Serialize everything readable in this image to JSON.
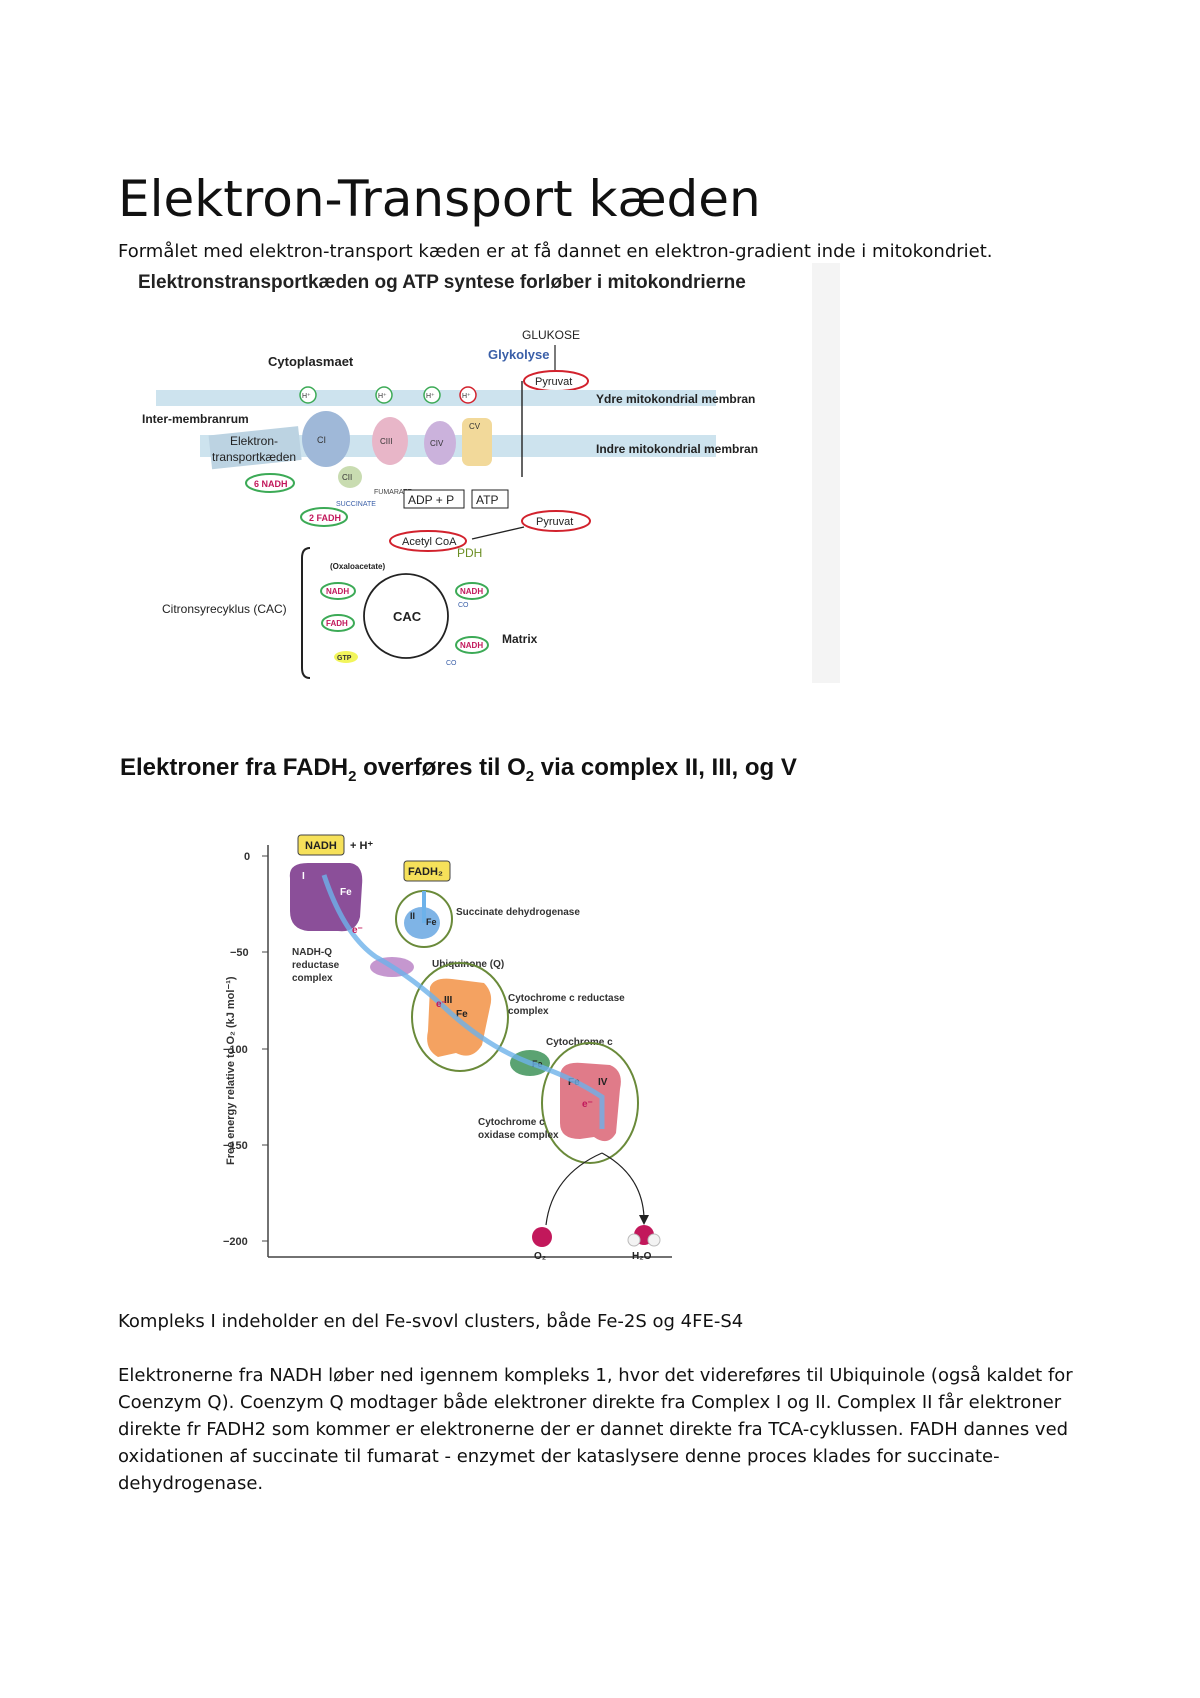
{
  "title": "Elektron-Transport kæden",
  "intro": "Formålet med elektron-transport kæden er at få dannet en elektron-gradient inde i mitokondriet.",
  "figure1": {
    "heading": "Elektronstransportkæden og ATP syntese forløber i mitokondrierne",
    "glukose": "GLUKOSE",
    "glykolyse": "Glykolyse",
    "cytoplasma": "Cytoplasmaet",
    "pyruvat": "Pyruvat",
    "pyruvat2": "Pyruvat",
    "outer_membrane": "Ydre mitokondrial membran",
    "inner_membrane": "Indre mitokondrial membran",
    "intermembrane": "Inter-membranrum",
    "etc_line1": "Elektron-",
    "etc_line2": "transportkæden",
    "nadh6": "6 NADH",
    "fadh2_2": "2 FADH",
    "succinate": "SUCCINATE",
    "fumarate": "FUMARATE",
    "adp": "ADP + P",
    "atp": "ATP",
    "acetyl": "Acetyl CoA",
    "pdh": "PDH",
    "cac_label": "Citronsyrecyklus (CAC)",
    "oxaloacetate": "(Oxaloacetate)",
    "cac": "CAC",
    "matrix": "Matrix",
    "nadh": "NADH",
    "fadh": "FADH",
    "gtp": "GTP",
    "co2": "CO",
    "complexes": [
      "CI",
      "CII",
      "CIII",
      "CIV",
      "CV"
    ],
    "hplus": "H⁺"
  },
  "figure2": {
    "heading": "Elektroner fra FADH",
    "heading_sub": "2",
    "heading_rest": " overføres til O",
    "heading_sub2": "2",
    "heading_end": " via complex II, III, og V",
    "nadh": "NADH",
    "h_plus": "+ H⁺",
    "fadh2": "FADH₂",
    "succ_dh": "Succinate dehydrogenase",
    "ubiquinone": "Ubiquinone (Q)",
    "cyt_c_red_1": "Cytochrome c reductase",
    "cyt_c_red_2": "complex",
    "cyt_c": "Cytochrome c",
    "cyt_ox_1": "Cytochrome c",
    "cyt_ox_2": "oxidase complex",
    "nadhq_1": "NADH-Q",
    "nadhq_2": "reductase",
    "nadhq_3": "complex",
    "ylabel": "Free energy relative to O₂ (kJ mol⁻¹)",
    "o2": "O₂",
    "h2o": "H₂O",
    "ticks": [
      "0",
      "−50",
      "−100",
      "−150",
      "−200"
    ],
    "roman": [
      "I",
      "II",
      "III",
      "IV"
    ],
    "fe": "Fe",
    "e": "e⁻"
  },
  "para1": "Kompleks I indeholder en del Fe-svovl clusters, både Fe-2S og 4FE-S4",
  "para2": "Elektronerne fra NADH løber ned igennem kompleks 1, hvor det videreføres til Ubiquinole (også kaldet for Coenzym Q). Coenzym Q modtager både elektroner direkte fra Complex I og II. Complex II får elektroner direkte fr FADH2 som kommer er elektronerne der er dannet direkte fra TCA-cyklussen. FADH dannes ved oxidationen af succinate til fumarat - enzymet der kataslysere denne proces klades for succinate-dehydrogenase."
}
